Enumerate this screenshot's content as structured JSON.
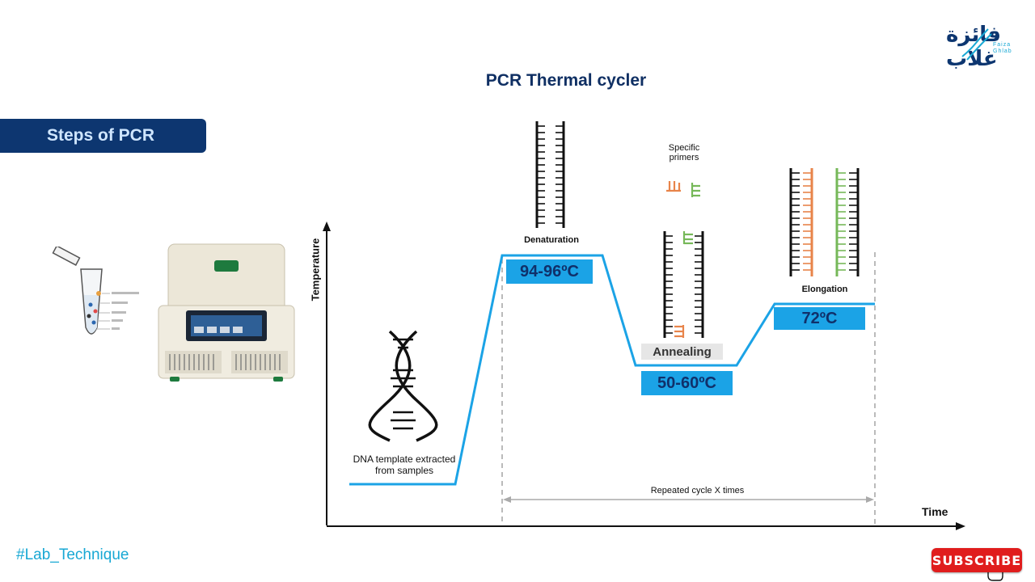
{
  "title": "PCR Thermal cycler",
  "steps_banner": "Steps of PCR",
  "hashtag": "#Lab_Technique",
  "subscribe": "SUBSCRIBE",
  "logo": {
    "arabic": "فائزة غلاب",
    "latin_line1": "Faiza",
    "latin_line2": "Ghlab"
  },
  "axes": {
    "y_label": "Temperature",
    "x_label": "Time"
  },
  "template_label_line1": "DNA template extracted",
  "template_label_line2": "from samples",
  "denaturation": {
    "label": "Denaturation",
    "temp": "94-96ºC"
  },
  "primers": {
    "label_line1": "Specific",
    "label_line2": "primers"
  },
  "annealing": {
    "label": "Annealing",
    "temp": "50-60ºC"
  },
  "elongation": {
    "label": "Elongation",
    "temp": "72ºC"
  },
  "repeat_label": "Repeated cycle X times",
  "colors": {
    "navy": "#0d3670",
    "accent_blue": "#1ba3e6",
    "primer_orange": "#e8844a",
    "primer_green": "#76b859"
  }
}
